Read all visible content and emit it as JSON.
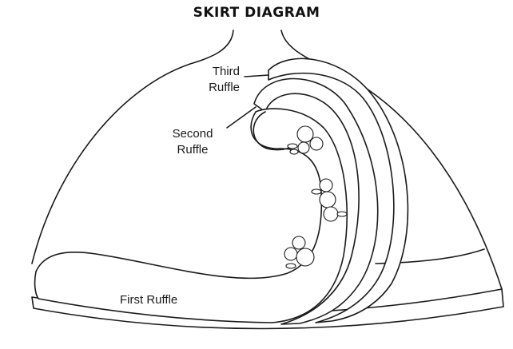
{
  "title": "SKIRT DIAGRAM",
  "labels": {
    "third_ruffle_line1": "Third",
    "third_ruffle_line2": "Ruffle",
    "second_ruffle_line1": "Second",
    "second_ruffle_line2": "Ruffle",
    "first_ruffle": "First Ruffle"
  }
}
